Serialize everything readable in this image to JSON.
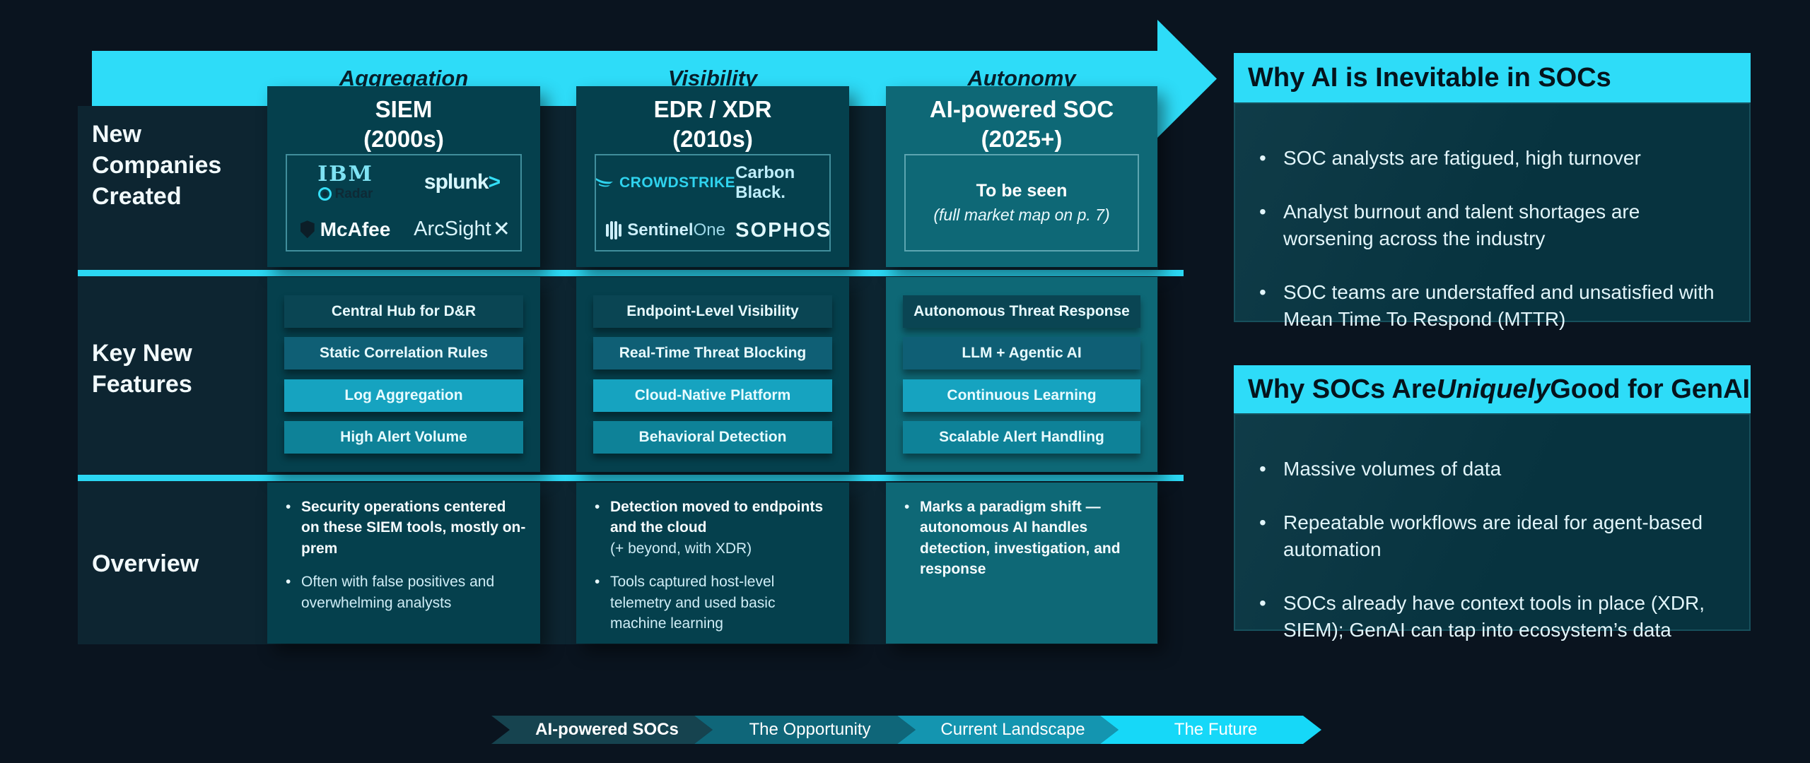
{
  "arrow_headers": {
    "labels": [
      "Aggregation",
      "Visibility",
      "Autonomy"
    ]
  },
  "row_labels": [
    "New Companies Created",
    "Key New Features",
    "Overview"
  ],
  "columns": [
    {
      "title": "SIEM",
      "subtitle": "(2000s)",
      "logos": {
        "ibm": "IBM",
        "ibm_sub": "Radar",
        "splunk": "splunk",
        "splunk_suffix": ">",
        "mcafee": "McAfee",
        "arcsight": "ArcSight",
        "arcsight_suffix": "✕"
      },
      "features": [
        "Central Hub for D&R",
        "Static Correlation Rules",
        "Log Aggregation",
        "High Alert Volume"
      ],
      "overview": [
        {
          "bold": "Security operations centered on these SIEM tools, mostly on-prem",
          "rest": ""
        },
        {
          "bold": "",
          "rest": "Often with false positives and overwhelming analysts"
        }
      ]
    },
    {
      "title": "EDR / XDR",
      "subtitle": "(2010s)",
      "logos": {
        "crowdstrike": "CROWDSTRIKE",
        "carbonblack": "Carbon Black.",
        "sentinelone_a": "Sentinel",
        "sentinelone_b": "One",
        "sophos": "SOPHOS"
      },
      "features": [
        "Endpoint-Level Visibility",
        "Real-Time Threat Blocking",
        "Cloud-Native Platform",
        "Behavioral Detection"
      ],
      "overview": [
        {
          "bold": "Detection moved to endpoints and the cloud",
          "rest": "(+ beyond, with XDR)"
        },
        {
          "bold": "",
          "rest": "Tools captured host-level telemetry and used basic machine learning"
        }
      ]
    },
    {
      "title": "AI-powered SOC",
      "subtitle": "(2025+)",
      "placeholder": {
        "line1": "To be seen",
        "line2": "(full market map on p. 7)"
      },
      "features": [
        "Autonomous Threat Response",
        "LLM + Agentic AI",
        "Continuous Learning",
        "Scalable Alert Handling"
      ],
      "overview": [
        {
          "bold": "Marks a paradigm shift — autonomous AI handles detection, investigation, and response",
          "rest": ""
        }
      ]
    }
  ],
  "right_panels": [
    {
      "title": "Why AI is Inevitable in SOCs",
      "bullets": [
        "SOC analysts are fatigued, high turnover",
        "Analyst burnout and talent shortages are worsening across the industry",
        "SOC teams are understaffed and unsatisfied with Mean Time To Respond (MTTR)"
      ]
    },
    {
      "title_prefix": "Why SOCs Are ",
      "title_italic": "Uniquely",
      "title_suffix": " Good for GenAI",
      "bullets": [
        "Massive volumes of data",
        "Repeatable workflows are ideal for agent-based automation",
        "SOCs already have context tools in place (XDR, SIEM); GenAI can tap into ecosystem’s data"
      ]
    }
  ],
  "bottom_nav": {
    "steps": [
      {
        "label": "AI-powered SOCs",
        "active": true
      },
      {
        "label": "The Opportunity",
        "active": false
      },
      {
        "label": "Current Landscape",
        "active": false
      },
      {
        "label": "The Future",
        "active": false
      }
    ]
  },
  "colors": {
    "accent_cyan": "#2EDCF8",
    "box_dark": "#05404D",
    "box_light": "#0E6876",
    "panel_body": "#07333F",
    "page_bg": "#0A141F",
    "pill_rows": [
      "#0A4553",
      "#0F5F75",
      "#16A3C0",
      "#0E8298"
    ],
    "nav_segments": [
      "#16434F",
      "#0F6679",
      "#1495B0",
      "#16D8F8"
    ]
  }
}
